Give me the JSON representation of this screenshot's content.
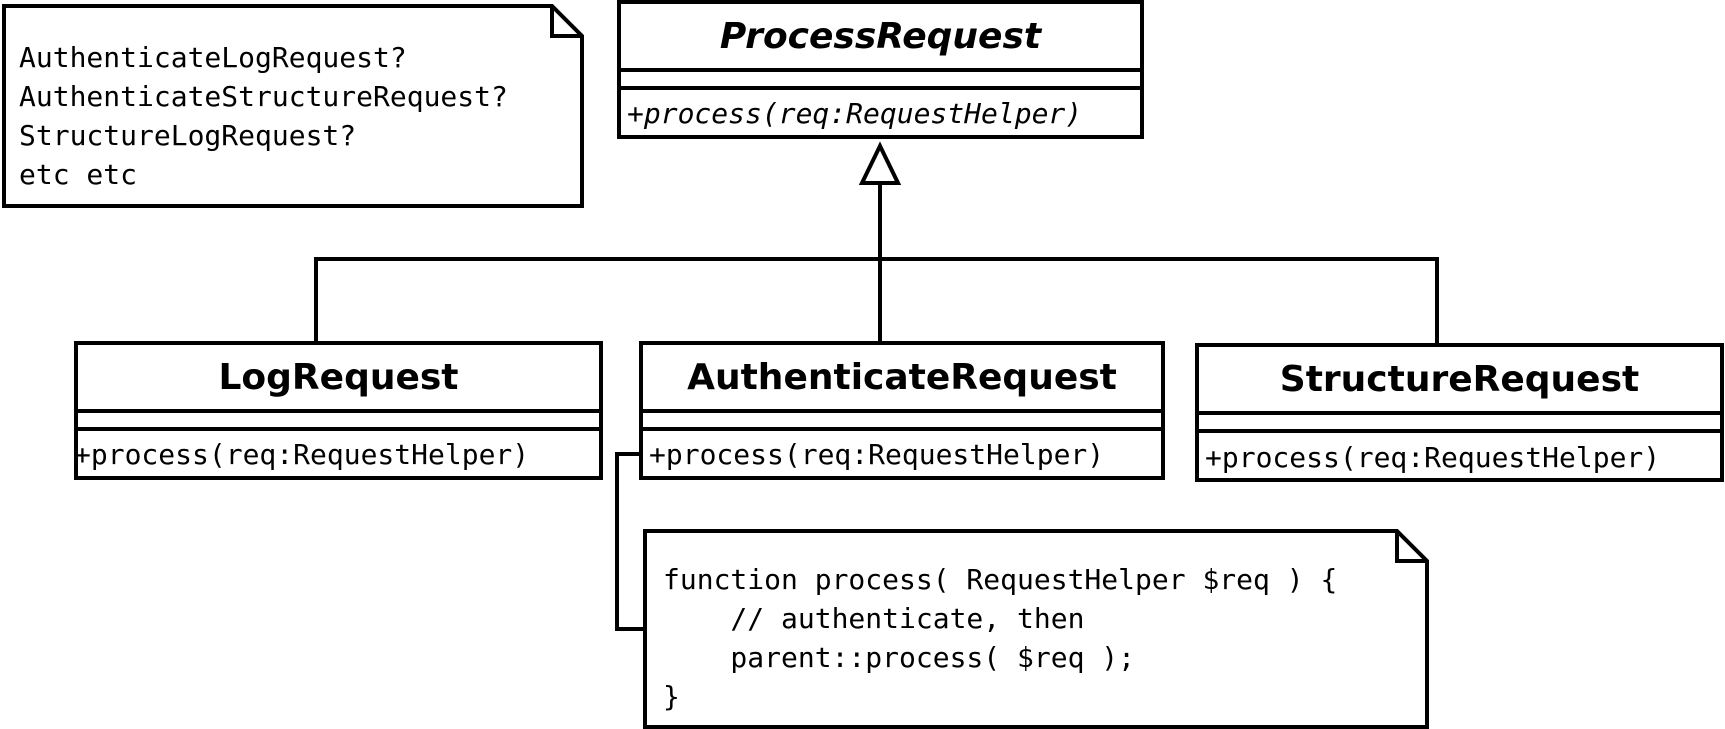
{
  "note_top": {
    "lines": [
      "AuthenticateLogRequest?",
      "AuthenticateStructureRequest?",
      "StructureLogRequest?",
      "etc etc"
    ]
  },
  "classes": {
    "process_request": {
      "name": "ProcessRequest",
      "operation": "+process(req:RequestHelper)"
    },
    "log_request": {
      "name": "LogRequest",
      "operation": "+process(req:RequestHelper)"
    },
    "authenticate_request": {
      "name": "AuthenticateRequest",
      "operation": "+process(req:RequestHelper)"
    },
    "structure_request": {
      "name": "StructureRequest",
      "operation": "+process(req:RequestHelper)"
    }
  },
  "note_code": {
    "lines": [
      "function process( RequestHelper $req ) {",
      "    // authenticate, then",
      "    parent::process( $req );",
      "}"
    ]
  }
}
